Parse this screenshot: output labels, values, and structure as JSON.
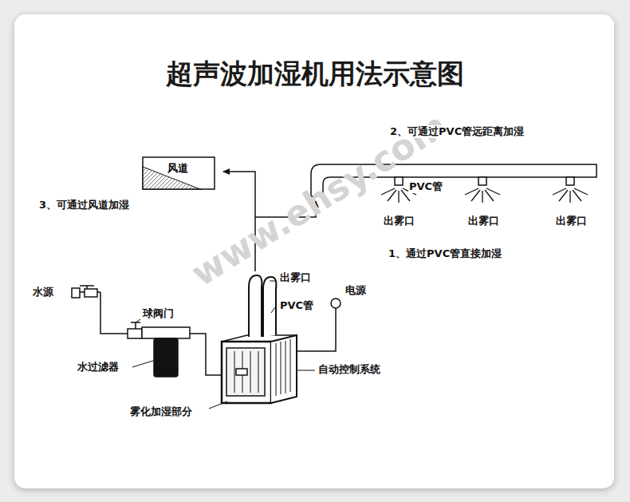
{
  "diagram": {
    "title": "超声波加湿机用法示意图",
    "nodes": [
      {
        "text": [
          "风道"
        ]
      }
    ],
    "labels": [
      "2、可通过PVC管远距离加湿",
      "3、可通过风道加湿",
      "PVC管",
      "出雾口",
      "出雾口",
      "出雾口",
      "1、通过PVC管直接加湿",
      "出雾口",
      "水源",
      "电源",
      "球阀门",
      "PVC管",
      "水过滤器",
      "自动控制系统",
      "雾化加湿部分",
      "www.ehsy.com"
    ]
  }
}
